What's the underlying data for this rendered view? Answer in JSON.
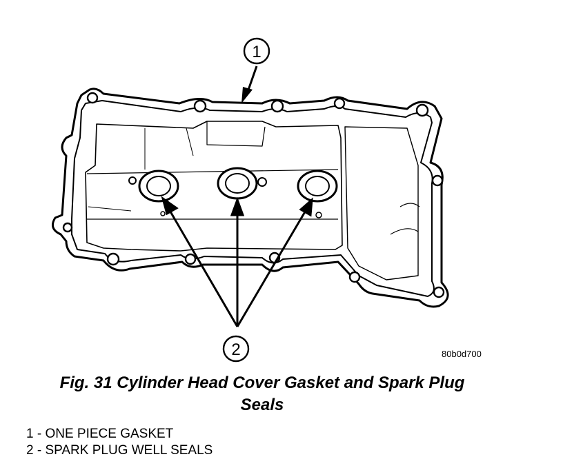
{
  "figure": {
    "callouts": [
      "1",
      "2"
    ],
    "image_code": "80b0d700",
    "caption_line1": "Fig. 31 Cylinder Head Cover Gasket and Spark Plug",
    "caption_line2": "Seals"
  },
  "legend": {
    "items": [
      "1 - ONE PIECE GASKET",
      "2 - SPARK PLUG WELL SEALS"
    ]
  }
}
